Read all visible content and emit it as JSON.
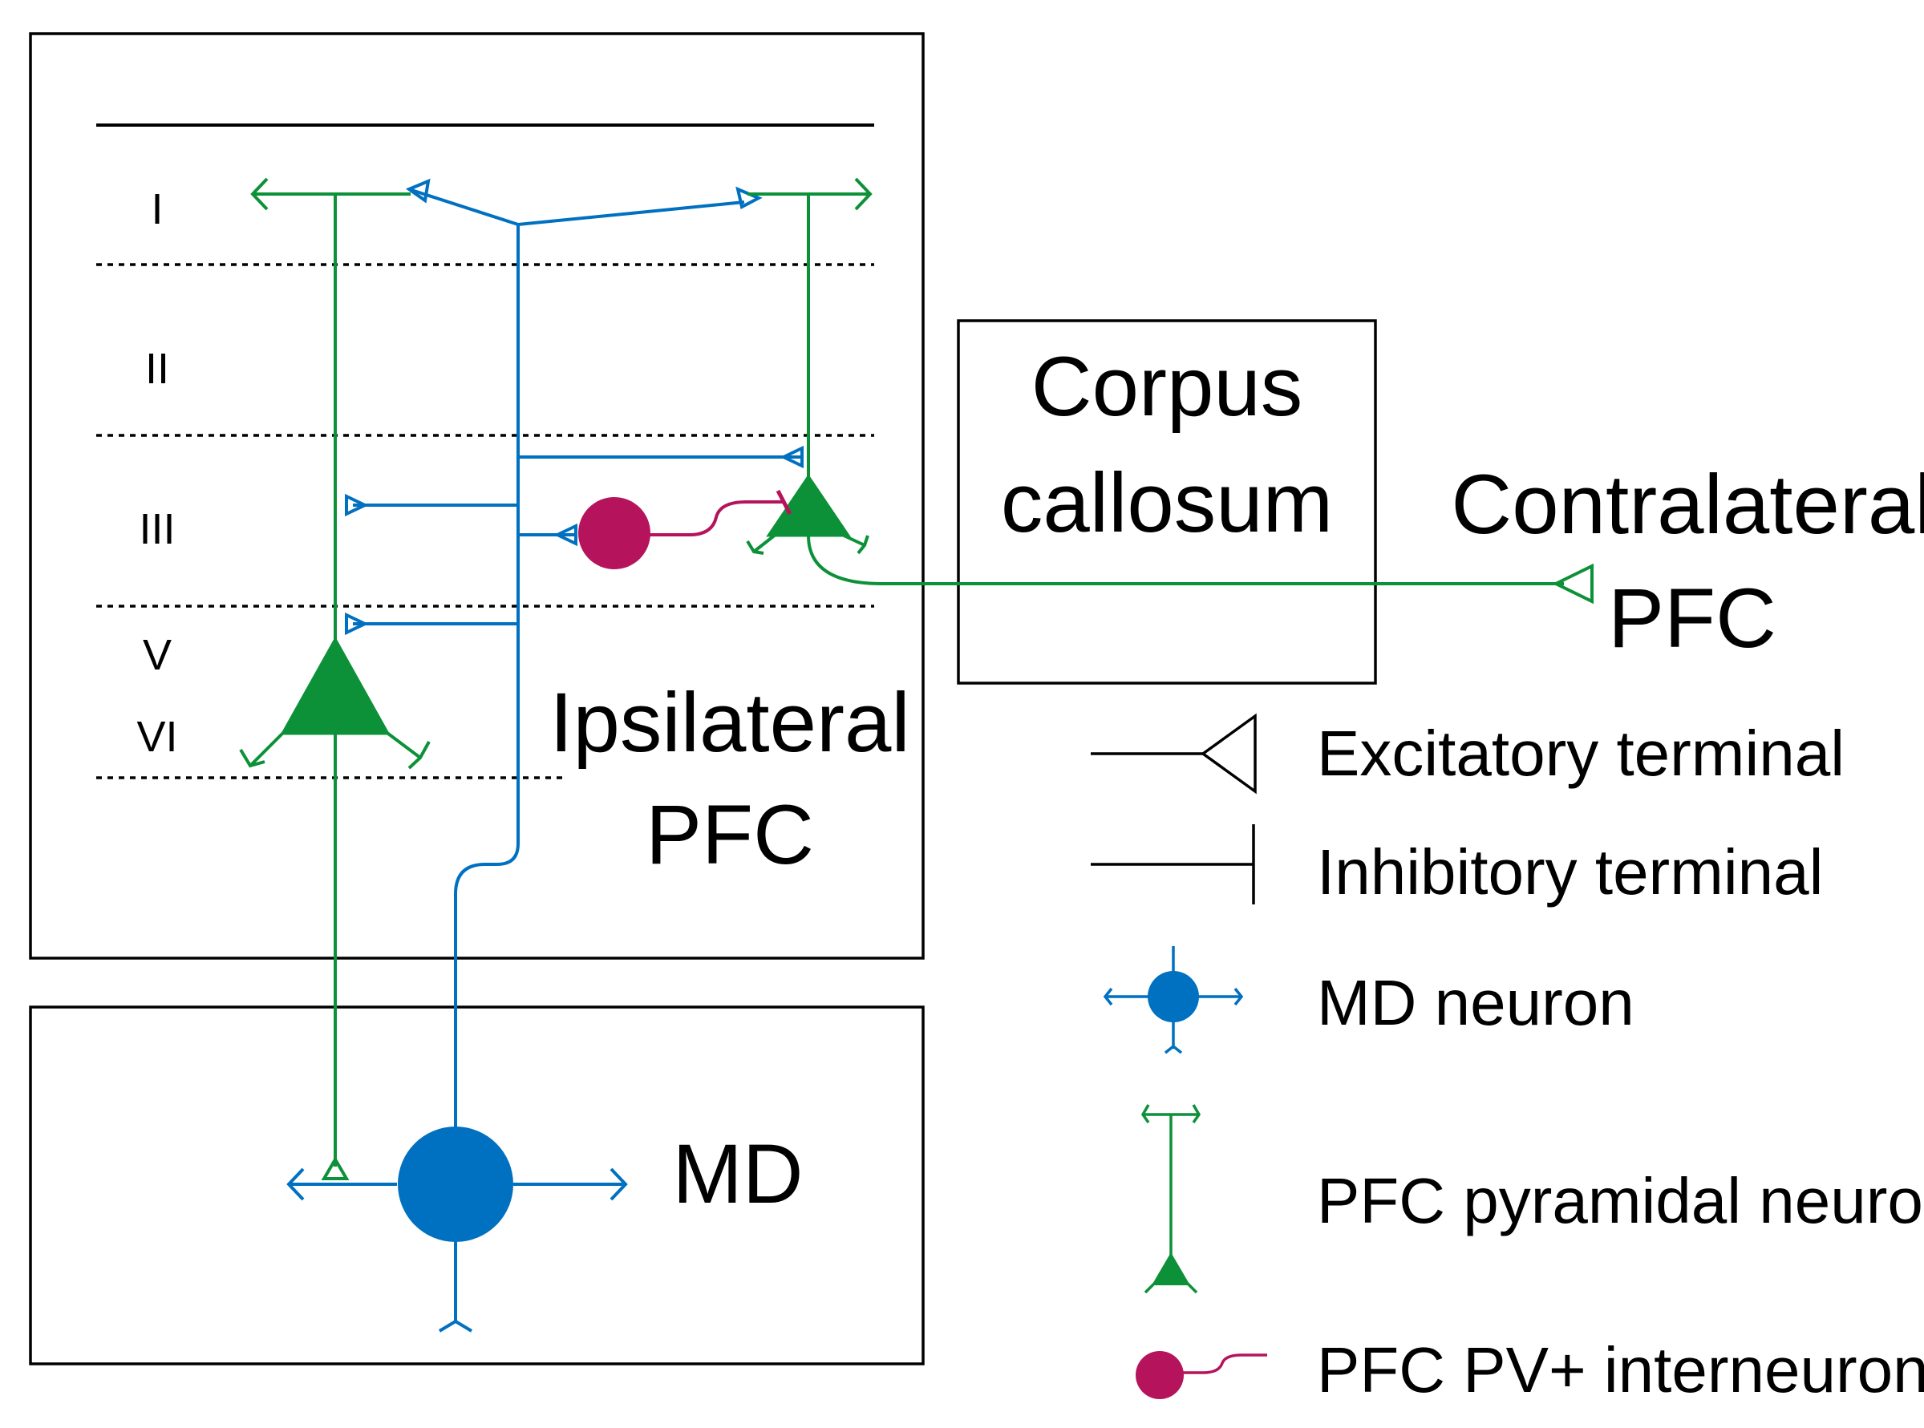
{
  "labels": {
    "layer_i": "I",
    "layer_ii": "II",
    "layer_iii": "III",
    "layer_v": "V",
    "layer_vi": "VI",
    "ipsilateral_line1": "Ipsilateral",
    "ipsilateral_line2": "PFC",
    "corpus_line1": "Corpus",
    "corpus_line2": "callosum",
    "contralateral_line1": "Contralateral",
    "contralateral_line2": "PFC",
    "md": "MD"
  },
  "legend": {
    "excitatory": "Excitatory terminal",
    "inhibitory": "Inhibitory terminal",
    "md_neuron": "MD neuron",
    "pyramidal": "PFC pyramidal neuron",
    "pv_interneuron": "PFC PV+ interneuron"
  },
  "colors": {
    "pyramidal_green": "#0d9138",
    "md_blue": "#0070c0",
    "pv_magenta": "#b5145c",
    "outline": "#000000"
  }
}
